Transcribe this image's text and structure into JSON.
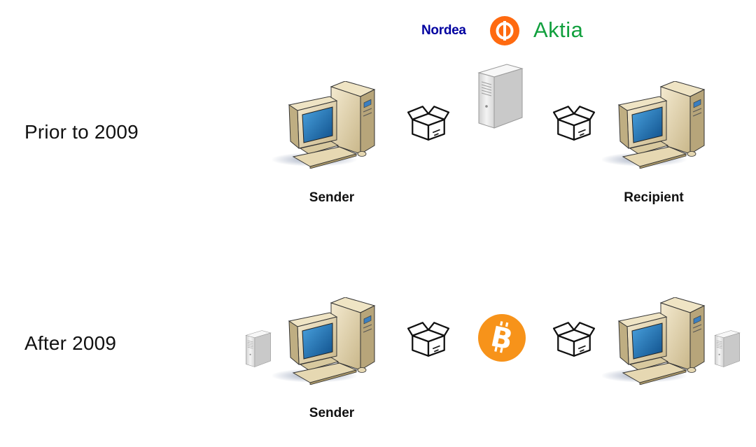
{
  "rows": [
    {
      "label": "Prior to 2009",
      "sender_label": "Sender",
      "recipient_label": "Recipient",
      "intermediary": "server"
    },
    {
      "label": "After 2009",
      "sender_label": "Sender",
      "intermediary": "bitcoin"
    }
  ],
  "bank_logos": [
    {
      "name": "Nordea",
      "color": "#0000a0"
    },
    {
      "name": "op-logo",
      "color": "#ff6a10"
    },
    {
      "name": "Aktia",
      "color": "#12a03e"
    }
  ],
  "colors": {
    "bitcoin": "#f7931a",
    "computer_case": "#e3d5ae",
    "monitor_screen": "#1e6fb0",
    "server": "#e6e6e6"
  },
  "icons": [
    "computer-icon",
    "package-icon",
    "server-icon",
    "bitcoin-icon"
  ]
}
